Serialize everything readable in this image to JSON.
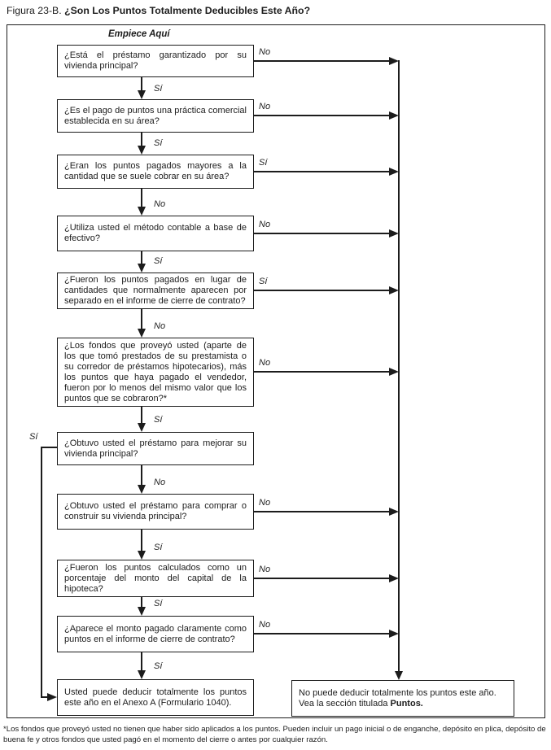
{
  "title": {
    "prefix": "Figura 23-B.",
    "main": "¿Son Los Puntos Totalmente Deducibles Este Año?"
  },
  "start_label": "Empiece Aquí",
  "questions": [
    "¿Está el préstamo garantizado por su vivienda principal?",
    "¿Es el pago de puntos una práctica comercial establecida en su área?",
    "¿Eran los puntos pagados mayores a la cantidad que se suele cobrar en su área?",
    "¿Utiliza usted el método contable a base de efectivo?",
    "¿Fueron los puntos pagados en lugar de cantidades que normalmente aparecen por separado en el informe de cierre de contrato?",
    "¿Los fondos que proveyó usted (aparte de los que tomó prestados de su prestamista o su corredor de préstamos hipotecarios), más los puntos que haya pagado el vendedor, fueron por lo menos del mismo valor que los puntos que se cobraron?*",
    "¿Obtuvo usted el préstamo para mejorar su vivienda principal?",
    "¿Obtuvo usted el préstamo para comprar o construir su vivienda principal?",
    "¿Fueron los puntos calculados como un porcentaje del monto del capital de la hipoteca?",
    "¿Aparece el monto pagado claramente como puntos en el informe de cierre de contrato?"
  ],
  "results": {
    "deductible": "Usted puede deducir totalmente los puntos este año en el Anexo A (Formulario 1040).",
    "not_deductible_line1": "No puede deducir totalmente los puntos este año.",
    "not_deductible_line2_prefix": "Vea la sección titulada ",
    "not_deductible_line2_bold": "Puntos."
  },
  "branch_labels": {
    "down": [
      "Sí",
      "Sí",
      "No",
      "Sí",
      "No",
      "Sí",
      "No",
      "Sí",
      "Sí",
      "Sí"
    ],
    "right": [
      "No",
      "No",
      "Sí",
      "No",
      "Sí",
      "No",
      "No",
      "No",
      "No"
    ],
    "left_q7": "Sí"
  },
  "footnote": "*Los fondos que proveyó usted no tienen que haber sido aplicados a los puntos. Pueden incluir un pago inicial o de enganche, depósito en plica, depósito de buena fe y otros fondos que usted pagó en el momento del cierre o antes por cualquier razón.",
  "colors": {
    "ink": "#1c1c1c",
    "background": "#ffffff"
  }
}
